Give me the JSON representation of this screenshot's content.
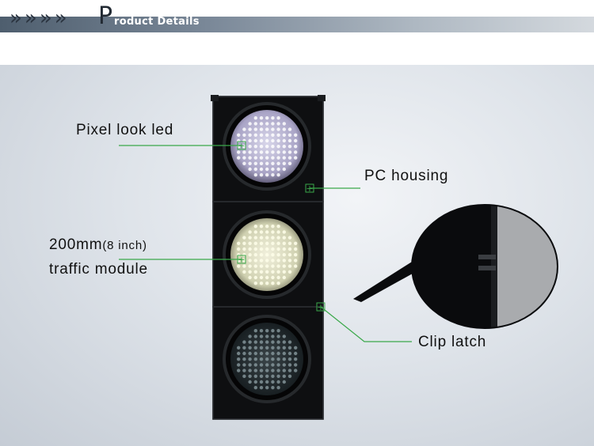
{
  "header": {
    "chevrons": [
      "»",
      "»",
      "»",
      "»"
    ],
    "title_first": "P",
    "title_rest": "roduct Details"
  },
  "labels": {
    "pixel_led": "Pixel look led",
    "pc_housing": "PC housing",
    "module_line1_main": "200mm",
    "module_line1_small": "(8 inch)",
    "module_line2": "traffic module",
    "clip_latch": "Clip latch"
  },
  "colors": {
    "callout": "#3aa84a",
    "housing": "#0e0f11",
    "header_text": "#222a33"
  }
}
